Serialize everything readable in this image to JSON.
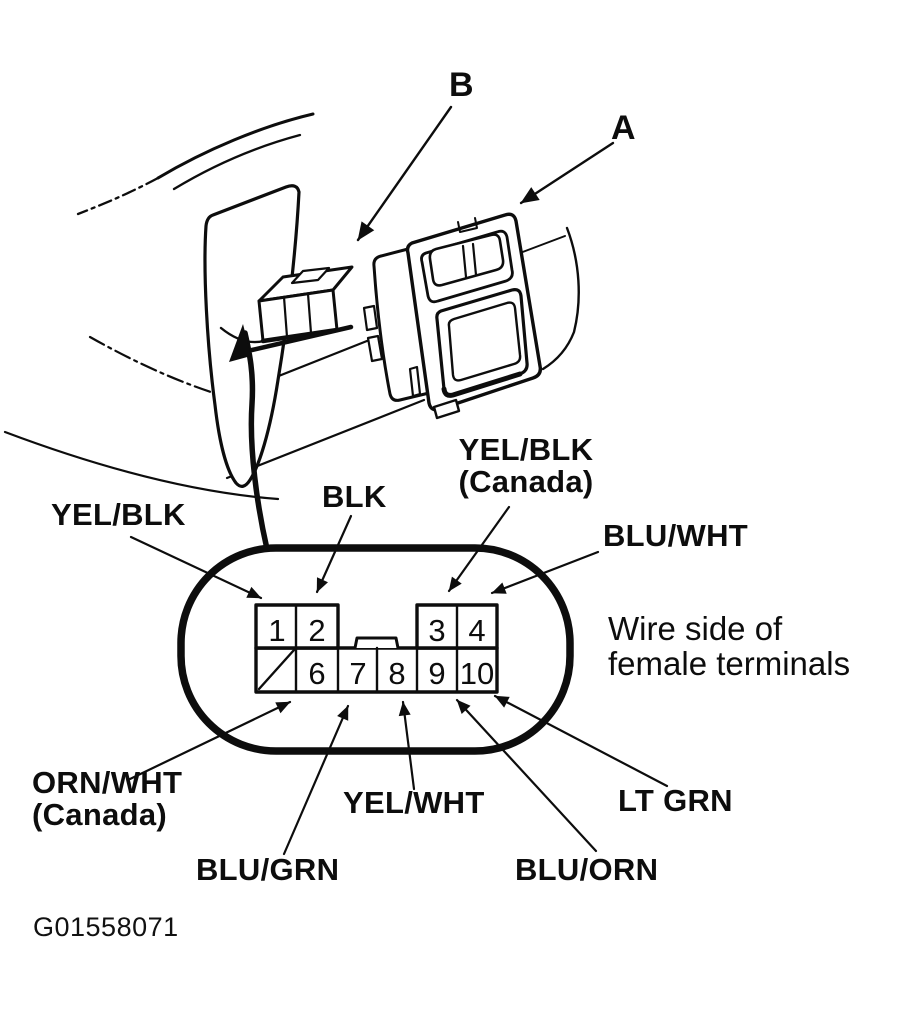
{
  "palette": {
    "ink": "#0d0d0d",
    "paper": "#ffffff"
  },
  "callouts": {
    "a": "A",
    "b": "B"
  },
  "connector_face": {
    "note_line1": "Wire side of",
    "note_line2": "female terminals",
    "pins": {
      "p1": "1",
      "p2": "2",
      "p3": "3",
      "p4": "4",
      "p6": "6",
      "p7": "7",
      "p8": "8",
      "p9": "9",
      "p10": "10"
    },
    "wire_labels": {
      "yel_blk": "YEL/BLK",
      "blk": "BLK",
      "yel_blk_canada_line1": "YEL/BLK",
      "yel_blk_canada_line2": "(Canada)",
      "blu_wht": "BLU/WHT",
      "orn_wht_canada_line1": "ORN/WHT",
      "orn_wht_canada_line2": "(Canada)",
      "blu_grn": "BLU/GRN",
      "yel_wht": "YEL/WHT",
      "blu_orn": "BLU/ORN",
      "lt_grn": "LT GRN"
    }
  },
  "figure_code": "G01558071"
}
